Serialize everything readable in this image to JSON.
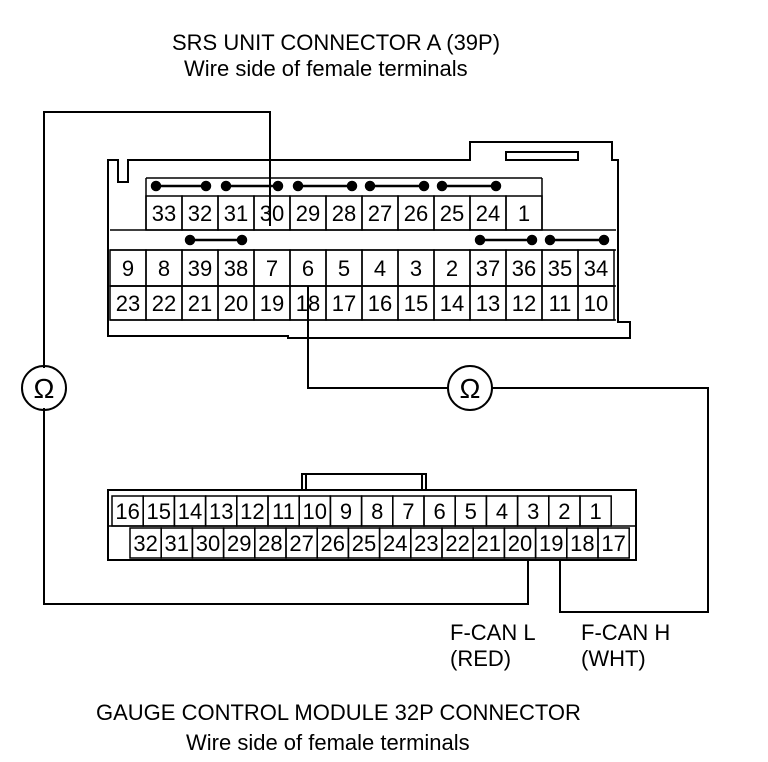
{
  "srs_connector": {
    "title": "SRS UNIT CONNECTOR A (39P)",
    "subtitle": "Wire side of female terminals",
    "row1": [
      "33",
      "32",
      "31",
      "30",
      "29",
      "28",
      "27",
      "26",
      "25",
      "24",
      "1"
    ],
    "row2": [
      "9",
      "8",
      "39",
      "38",
      "7",
      "6",
      "5",
      "4",
      "3",
      "2",
      "37",
      "36",
      "35",
      "34"
    ],
    "row3": [
      "23",
      "22",
      "21",
      "20",
      "19",
      "18",
      "17",
      "16",
      "15",
      "14",
      "13",
      "12",
      "11",
      "10"
    ]
  },
  "gauge_connector": {
    "title": "GAUGE CONTROL MODULE 32P CONNECTOR",
    "subtitle": "Wire side of female terminals",
    "row1": [
      "16",
      "15",
      "14",
      "13",
      "12",
      "11",
      "10",
      "9",
      "8",
      "7",
      "6",
      "5",
      "4",
      "3",
      "2",
      "1"
    ],
    "row2": [
      "32",
      "31",
      "30",
      "29",
      "28",
      "27",
      "26",
      "25",
      "24",
      "23",
      "22",
      "21",
      "20",
      "19",
      "18",
      "17"
    ]
  },
  "meters": {
    "symbol": "Ω"
  },
  "wire_labels": {
    "fcan_l": "F-CAN L",
    "fcan_l_color": "(RED)",
    "fcan_h": "F-CAN H",
    "fcan_h_color": "(WHT)"
  }
}
